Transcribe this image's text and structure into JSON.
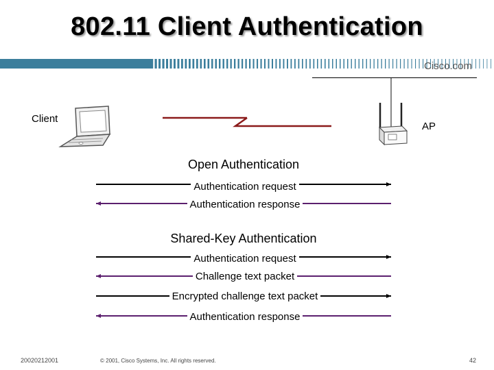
{
  "slide": {
    "title": "802.11 Client Authentication",
    "brand": "Cisco.com",
    "client_label": "Client",
    "ap_label": "AP"
  },
  "open_auth": {
    "title": "Open Authentication",
    "messages": [
      {
        "text": "Authentication request",
        "direction": "client-to-ap"
      },
      {
        "text": "Authentication response",
        "direction": "ap-to-client"
      }
    ]
  },
  "shared_key_auth": {
    "title": "Shared-Key Authentication",
    "messages": [
      {
        "text": "Authentication request",
        "direction": "client-to-ap"
      },
      {
        "text": "Challenge text packet",
        "direction": "ap-to-client"
      },
      {
        "text": "Encrypted challenge text packet",
        "direction": "client-to-ap"
      },
      {
        "text": "Authentication response",
        "direction": "ap-to-client"
      }
    ]
  },
  "footer": {
    "code": "20020212001",
    "copyright": "© 2001, Cisco Systems, Inc. All rights reserved.",
    "page": "42"
  },
  "colors": {
    "request_arrow": "#000000",
    "response_arrow": "#5b1f6e",
    "link_line": "#8b1a1a",
    "banner": "#2f6f8f"
  }
}
